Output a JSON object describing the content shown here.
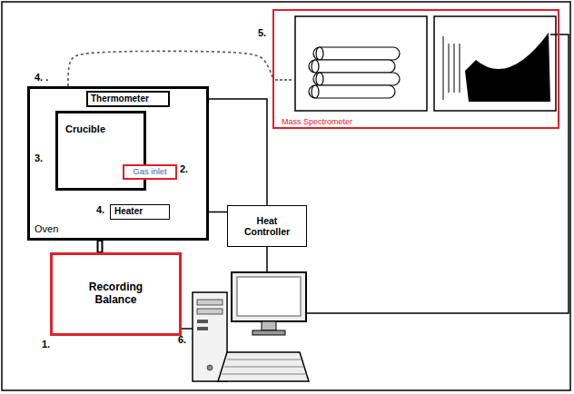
{
  "diagram": {
    "nodes": [
      {
        "text": [
          "Oven"
        ]
      },
      {
        "text": [
          "Thermometer"
        ],
        "in": 0
      },
      {
        "text": [
          "Crucible"
        ],
        "in": 0
      },
      {
        "text": [
          "Gas inlet"
        ],
        "in": 0
      },
      {
        "text": [
          "Heater"
        ],
        "in": 0
      },
      {
        "text": [
          "Mass Spectrometer"
        ]
      },
      {
        "text": [
          "Heat Controller"
        ]
      },
      {
        "text": [
          "Recording Balance"
        ]
      }
    ],
    "edges": [
      {
        "from": 1,
        "to": 6,
        "arrow": "none"
      },
      {
        "from": 4,
        "to": 6,
        "arrow": "none"
      },
      {
        "from": 0,
        "to": 7,
        "arrow": "none"
      },
      {
        "from": 0,
        "to": 5,
        "arrow": "none"
      }
    ],
    "labels": [
      "4. .",
      "3.",
      "2.",
      "4.",
      "5.",
      "1.",
      "6."
    ]
  }
}
